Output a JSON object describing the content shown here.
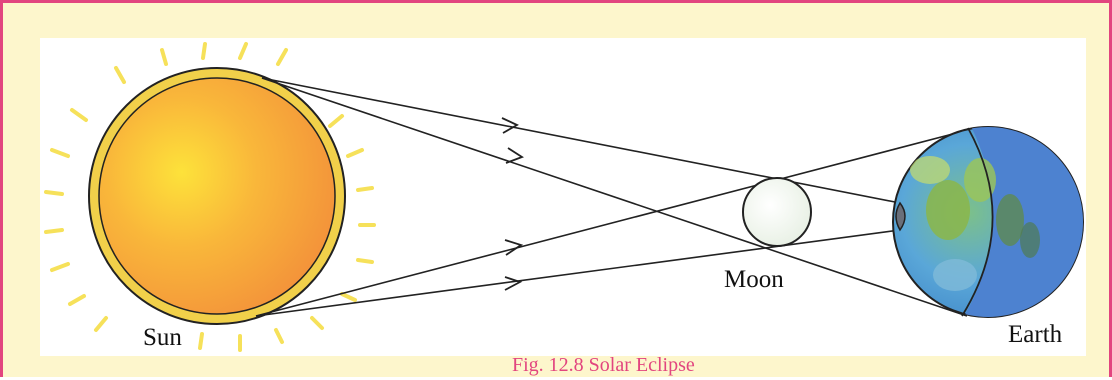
{
  "diagram": {
    "labels": {
      "sun": "Sun",
      "moon": "Moon",
      "earth": "Earth"
    },
    "caption": "Fig. 12.8 Solar Eclipse",
    "colors": {
      "border": "#e2457f",
      "background": "#fdf6cc",
      "panel": "#ffffff",
      "caption": "#e2457f",
      "sun_fill": "#f7a83c",
      "sun_ring": "#e9b92c",
      "sun_rays": "#f6e15a",
      "moon_fill": "#f4f7ef",
      "earth_sea": "#5aa7d8",
      "earth_land": "#8bb64a",
      "earth_shadow": "#3b6fc4"
    }
  }
}
